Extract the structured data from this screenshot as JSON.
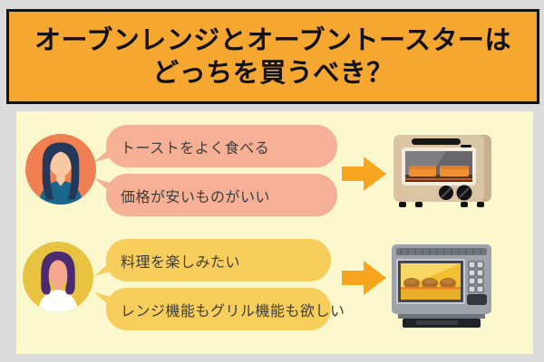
{
  "page": {
    "background_color": "#DBDBDB"
  },
  "header": {
    "title_line1": "オーブンレンジとオーブントースターは",
    "title_line2": "どっちを買うべき？",
    "bg_color": "#F6A72F",
    "border_color": "#141414",
    "text_color": "#111111"
  },
  "content": {
    "bg_color": "#FBF8CD"
  },
  "rows": [
    {
      "avatar": "woman-dark-hair",
      "avatar_circle_color": "#F08051",
      "bubble_color": "#F5B096",
      "bubbles": [
        "トーストをよく食べる",
        "価格が安いものがいい"
      ],
      "arrow_color": "#F7A41F",
      "illustration": "oven-toaster"
    },
    {
      "avatar": "woman-purple-hair",
      "avatar_circle_color": "#E7C33F",
      "bubble_color": "#F7CD5C",
      "bubbles": [
        "料理を楽しみたい",
        "レンジ機能もグリル機能も欲しい"
      ],
      "arrow_color": "#F7A41F",
      "illustration": "microwave-oven"
    }
  ]
}
